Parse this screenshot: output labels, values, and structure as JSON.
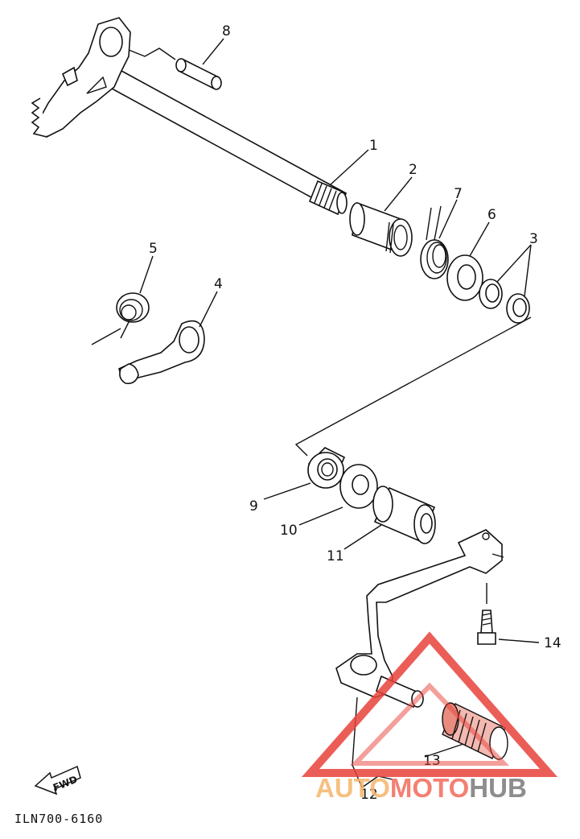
{
  "callouts": {
    "p1": "1",
    "p2": "2",
    "p3": "3",
    "p4": "4",
    "p5": "5",
    "p6": "6",
    "p7": "7",
    "p8": "8",
    "p9": "9",
    "p10": "10",
    "p11": "11",
    "p12": "12",
    "p13": "13",
    "p14": "14"
  },
  "fwd_label": "FWD",
  "diagram_code": "ILN700-6160",
  "watermark": {
    "auto": "AUTO",
    "moto": "MOTO",
    "hub": "HUB",
    "colors": {
      "auto": "#f5b66b",
      "moto": "#f26b5b",
      "hub": "#7a7a7a",
      "triangle": "#e8423a"
    }
  }
}
